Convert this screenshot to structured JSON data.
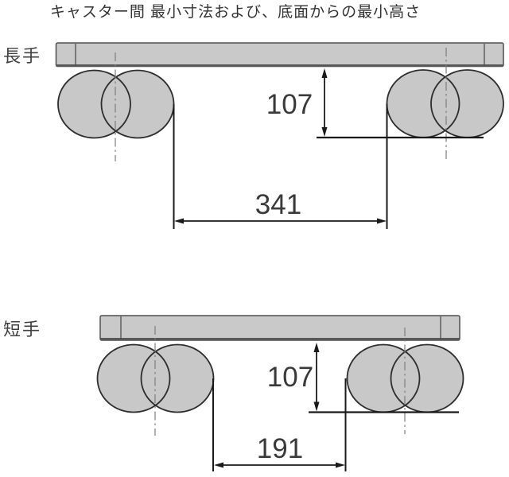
{
  "title": "キャスター間 最小寸法および、底面からの最小高さ",
  "diagrams": [
    {
      "id": "long-side",
      "label": "長手",
      "dim_between_casters": "341",
      "dim_height_from_bottom": "107"
    },
    {
      "id": "short-side",
      "label": "短手",
      "dim_between_casters": "191",
      "dim_height_from_bottom": "107"
    }
  ],
  "colors": {
    "background": "#ffffff",
    "plate_fill": "#c9c9c9",
    "plate_stroke": "#4f4f4f",
    "caster_fill": "#c8c8c8",
    "caster_stroke": "#2d2d2d",
    "dimension_line": "#1a1a1a",
    "centerline": "#7d7d7d",
    "text": "#333333"
  }
}
